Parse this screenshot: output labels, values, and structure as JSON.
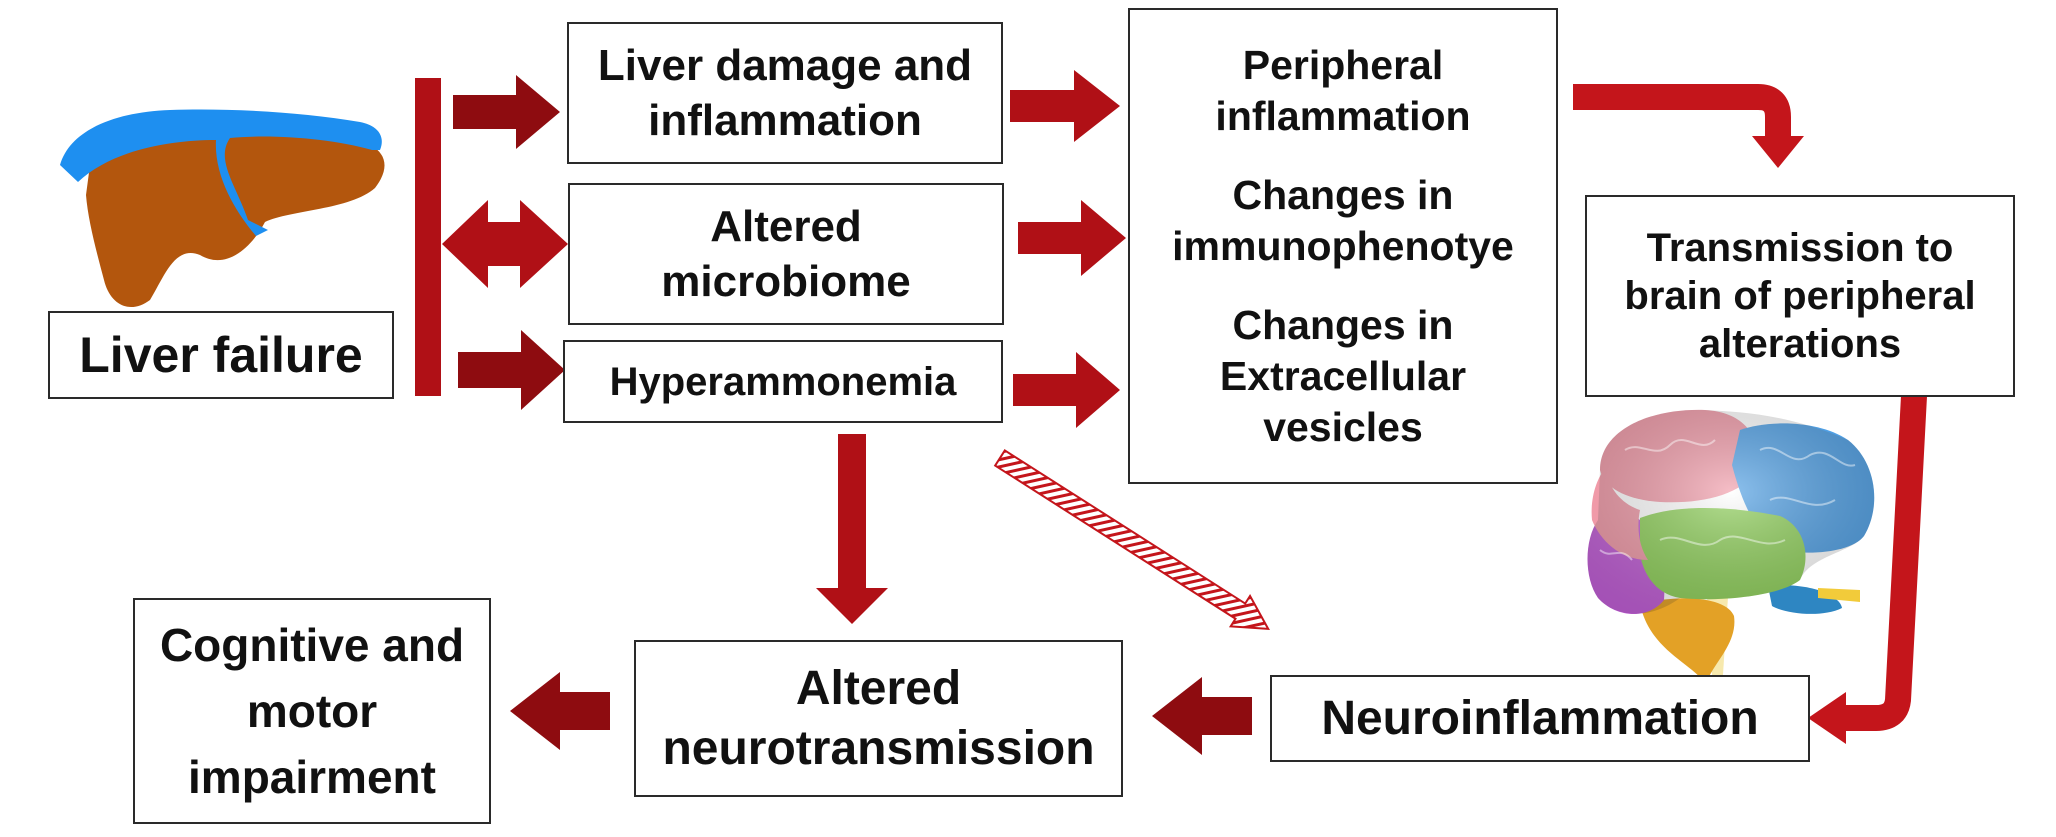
{
  "diagram": {
    "liver_failure": "Liver failure",
    "liver_damage": [
      "Liver damage and",
      "inflammation"
    ],
    "altered_microbiome": [
      "Altered",
      "microbiome"
    ],
    "hyperammonemia": "Hyperammonemia",
    "peripheral_changes": [
      [
        "Peripheral",
        "inflammation"
      ],
      [
        "Changes in",
        "immunophenotye"
      ],
      [
        "Changes in",
        "Extracellular",
        "vesicles"
      ]
    ],
    "transmission": [
      "Transmission to",
      "brain of peripheral",
      "alterations"
    ],
    "neuroinflammation": "Neuroinflammation",
    "altered_neurotransmission": [
      "Altered",
      "neurotransmission"
    ],
    "cognitive_impairment": [
      "Cognitive and",
      "motor",
      "impairment"
    ]
  },
  "colors": {
    "arrow_red": "#b01016",
    "arrow_dark_red": "#8e0c10",
    "liver_brown": "#b3560d",
    "liver_blue": "#1e8ff0",
    "box_border": "#2a2a2a"
  },
  "icons": [
    "liver-icon",
    "brain-icon"
  ]
}
